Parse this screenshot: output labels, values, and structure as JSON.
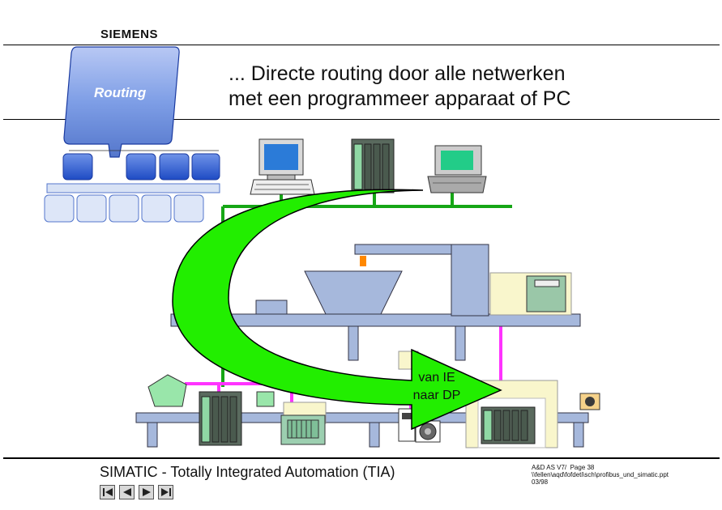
{
  "header": {
    "brand": "SIEMENS",
    "title_line1": "... Directe routing door alle netwerken",
    "title_line2": "met een programmeer apparaat of PC"
  },
  "topic_badge": {
    "label": "Routing"
  },
  "diagram": {
    "arrow_label_line1": "van IE",
    "arrow_label_line2": "naar DP",
    "colors": {
      "ethernet": "#16a616",
      "profibus": "#ff33ff",
      "arrow_fill": "#22ee00",
      "machine": "#a6b8dc",
      "badge": "#7e9ee6"
    },
    "icons": [
      "pc-icon",
      "plc-rack-icon",
      "laptop-icon",
      "hopper-icon",
      "drive-icon",
      "sensor-icon",
      "pentagon-part-icon",
      "control-cabinet-icon"
    ]
  },
  "footer": {
    "title": "SIMATIC - Totally Integrated Automation (TIA)",
    "info": "A&D AS V7/  Page 38\n\\\\fellen\\aqd\\fofdeti\\sch\\profibus_und_simatic.ppt\n03/98"
  },
  "nav": {
    "first": "first-slide",
    "prev": "previous-slide",
    "next": "next-slide",
    "last": "last-slide"
  }
}
